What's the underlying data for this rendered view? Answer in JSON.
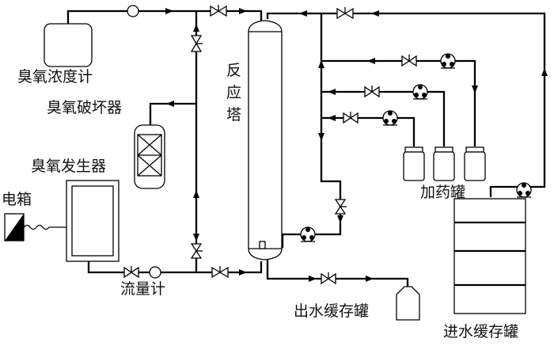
{
  "labels": {
    "ozone_meter": "臭氧浓度计",
    "ozone_destructor": "臭氧破坏器",
    "ozone_generator": "臭氧发生器",
    "power_box": "电箱",
    "flow_meter": "流量计",
    "reactor_line1": "反",
    "reactor_line2": "应",
    "reactor_line3": "塔",
    "dosing_tanks": "加药罐",
    "outlet_buffer_tank": "出水缓存罐",
    "inlet_buffer_tank": "进水缓存罐"
  }
}
